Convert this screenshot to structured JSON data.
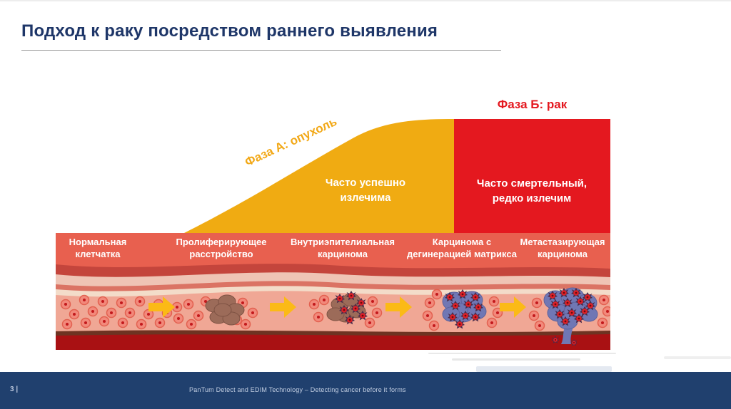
{
  "slide": {
    "title": "Подход к раку посредством раннего выявления",
    "page_number": "3 |",
    "footer_text": "PanTum Detect and EDIM Technology  – Detecting cancer before it forms"
  },
  "diagram": {
    "phase_a": {
      "label": "Фаза А: опухоль",
      "caption": "Часто успешно излечима"
    },
    "phase_b": {
      "label": "Фаза Б: рак",
      "caption": "Часто смертельный, редко излечим"
    },
    "stages": [
      {
        "label": "Нормальная клетчатка"
      },
      {
        "label": "Пролиферирующее расстройство"
      },
      {
        "label": "Внутриэпителиальная карцинома"
      },
      {
        "label": "Карцинома с дегинерацией матрикса"
      },
      {
        "label": "Метастазирующая карцинома"
      }
    ],
    "icons": {
      "stage_arrow": "right-arrow"
    },
    "colors": {
      "title_navy": "#1E3668",
      "phase_a_yellow": "#F0AB12",
      "phase_a_text_orange": "#F2A816",
      "phase_b_red": "#E4181F",
      "tissue_salmon": "#E8604F",
      "tissue_body_pink": "#F0A795",
      "bottom_band_red": "#A91113",
      "arrow_yellow": "#FBBA16",
      "footer_navy": "#20406E"
    }
  }
}
